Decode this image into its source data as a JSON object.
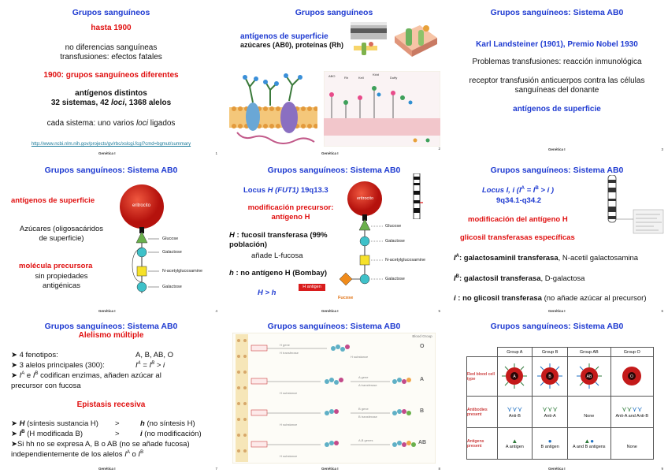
{
  "footer": "Genética I",
  "s1": {
    "title": "Grupos sanguíneos",
    "hasta": "hasta 1900",
    "l1": "no diferencias sanguíneas",
    "l2": "transfusiones: efectos fatales",
    "red2": "1900: grupos sanguíneos diferentes",
    "ant": "antígenos distintos",
    "num_a": "32 sistemas, 42 ",
    "num_loci": "loci",
    "num_b": ", 1368 alelos",
    "cada_a": "cada sistema: uno varios ",
    "cada_loci": "loci",
    "cada_b": " ligados",
    "url": "http://www.ncbi.nlm.nih.gov/projects/gv/rbc/xslcgi.fcgi?cmd=bgmut/summary",
    "page": "1"
  },
  "s2": {
    "title": "Grupos sanguíneos",
    "sub": "antígenos de superficie",
    "sub2": "azúcares (AB0), proteínas (Rh)",
    "page": "2"
  },
  "s3": {
    "title": "Grupos sanguíneos: Sistema AB0",
    "karl": "Karl Landsteiner (1901), Premio Nobel 1930",
    "prob": "Problemas transfusiones: reacción inmunológica",
    "rec1": "receptor transfusión anticuerpos contra las células",
    "rec2": "sanguíneas del donante",
    "ant": "antígenos de superficie",
    "page": "3"
  },
  "s4": {
    "title": "Grupos sanguíneos: Sistema AB0",
    "ant": "antígenos de superficie",
    "az1": "Azúcares (oligosacáridos",
    "az2": "de superficie)",
    "mol": "molécula precursora",
    "sin1": "sin propiedades",
    "sin2": "antigénicas",
    "eri": "eritrocito",
    "glucose": "Glucose",
    "galactose": "Galactose",
    "nacetyl": "N-acetylglucosamine",
    "galactose2": "Galactose",
    "page": "4"
  },
  "s5": {
    "title": "Grupos sanguíneos: Sistema AB0",
    "locus_a": "Locus ",
    "locus_h": "H (FUT1)",
    "locus_b": " 19q13.3",
    "mod1": "modificación precursor:",
    "mod2": "antígeno H",
    "h1_a": "H",
    "h1_b": " : fucosil transferasa (99%",
    "h1_c": "población)",
    "h1_d": "añade L-fucosa",
    "h2_a": "h",
    "h2_b": " : no antígeno H (Bombay)",
    "hh": "H > h",
    "eri": "eritrocito",
    "hant": "H antigen",
    "fucose": "Fucose",
    "glucose": "Glucose",
    "galactose": "Galactose",
    "nacetyl": "N-acetylglucosamine",
    "galactose2": "Galactose",
    "page": "5"
  },
  "s6": {
    "title": "Grupos sanguíneos: Sistema AB0",
    "locus1": "Locus I, i (I",
    "locus2": "9q34.1-q34.2",
    "mod": "modificación del antígeno H",
    "gli": "glicosil transferasas específicas",
    "ia_a": "I",
    "ia_sup": "A",
    "ia_b": ": galactosaminil transferasa",
    "ia_c": ", N-acetil galactosamina",
    "ib_a": "I",
    "ib_sup": "B",
    "ib_b": ": galactosil transferasa",
    "ib_c": ", D-galactosa",
    "i_a": "i",
    "i_b": " : no glicosil transferasa",
    "i_c": " (no añade azúcar al precursor)",
    "page": "6"
  },
  "s7": {
    "title": "Grupos sanguíneos: Sistema AB0",
    "sub": "Alelismo múltiple",
    "f1": "4 fenotipos:",
    "f1v": "A, B, AB, O",
    "f2": "3 alelos principales (300):",
    "f3": "e",
    "f3b": "codifican enzimas, añaden azúcar al",
    "f4": "precursor con fucosa",
    "epi": "Epistasis recesiva",
    "e1a": "H",
    "e1b": "(síntesis sustancia H)",
    "gt": ">",
    "e1c": "h",
    "e1d": "(no síntesis H)",
    "e2b": "(H modificada B)",
    "e2c": "i",
    "e2d": "(no modificación)",
    "e3": "Si hh no se expresa A, B o AB (no se añade fucosa)",
    "e4": "independientemente de los alelos",
    "page": "7"
  },
  "s8": {
    "title": "Grupos sanguíneos: Sistema AB0",
    "bg": "Blood Group",
    "o": "O",
    "a": "A",
    "b": "B",
    "ab": "AB",
    "page": "8"
  },
  "s9": {
    "title": "Grupos sanguíneos: Sistema AB0",
    "cols": [
      "Group A",
      "Group B",
      "Group AB",
      "Group O"
    ],
    "rows": [
      "Red blood cell type",
      "Antibodies present",
      "Antigens present"
    ],
    "antibodies": [
      "Anti-B",
      "Anti-A",
      "None",
      "Anti-A and Anti-B"
    ],
    "antigens": [
      "A antigen",
      "B antigen",
      "A and B antigens",
      "None"
    ],
    "cells": [
      "A",
      "B",
      "AB",
      "O"
    ],
    "page": "9"
  },
  "colors": {
    "title": "#1f3bd1",
    "red": "#e01010",
    "erythrocyte": "#d9231b"
  }
}
